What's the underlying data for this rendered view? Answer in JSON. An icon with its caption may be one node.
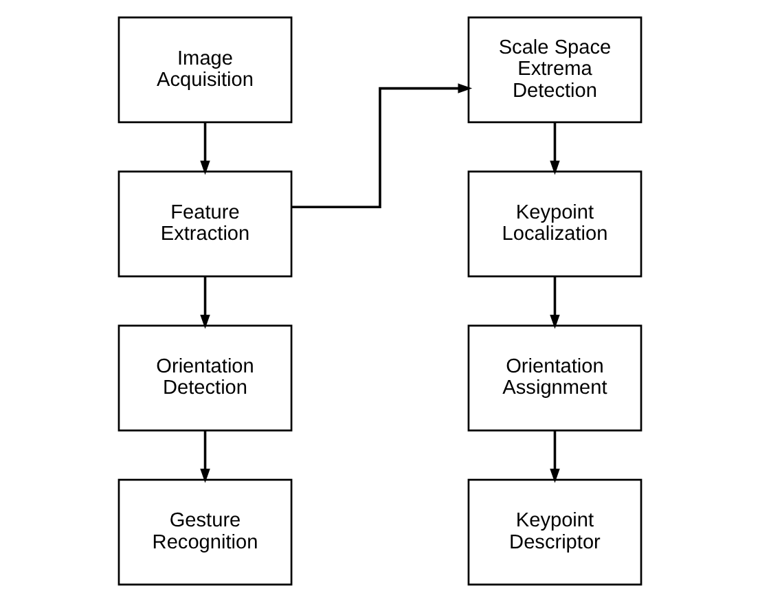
{
  "diagram": {
    "nodes": [
      {
        "text": [
          "Image Acquisition"
        ]
      },
      {
        "text": [
          "Feature Extraction"
        ]
      },
      {
        "text": [
          "Orientation Detection"
        ]
      },
      {
        "text": [
          "Gesture Recognition"
        ]
      },
      {
        "text": [
          "Scale Space Extrema Detection"
        ]
      },
      {
        "text": [
          "Keypoint Localization"
        ]
      },
      {
        "text": [
          "Orientation Assignment"
        ]
      },
      {
        "text": [
          "Keypoint Descriptor"
        ]
      }
    ],
    "edges": [
      {
        "from": 0,
        "to": 1,
        "arrow": "to"
      },
      {
        "from": 1,
        "to": 2,
        "arrow": "to"
      },
      {
        "from": 2,
        "to": 3,
        "arrow": "to"
      },
      {
        "from": 1,
        "to": 4,
        "arrow": "to"
      },
      {
        "from": 4,
        "to": 5,
        "arrow": "to"
      },
      {
        "from": 5,
        "to": 6,
        "arrow": "to"
      },
      {
        "from": 6,
        "to": 7,
        "arrow": "to"
      }
    ]
  }
}
